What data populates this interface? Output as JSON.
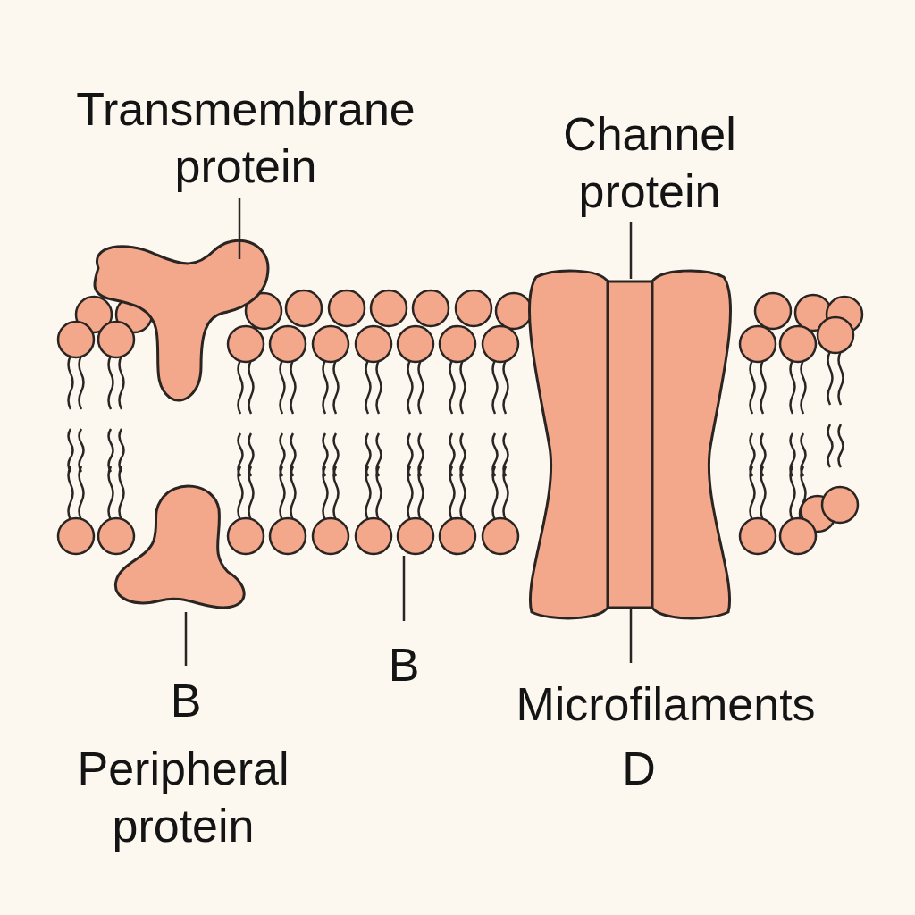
{
  "diagram": {
    "labels": [
      "Transmembrane protein",
      "Channel protein",
      "B",
      "B",
      "Microfilaments",
      "Peripheral protein",
      "D"
    ]
  }
}
